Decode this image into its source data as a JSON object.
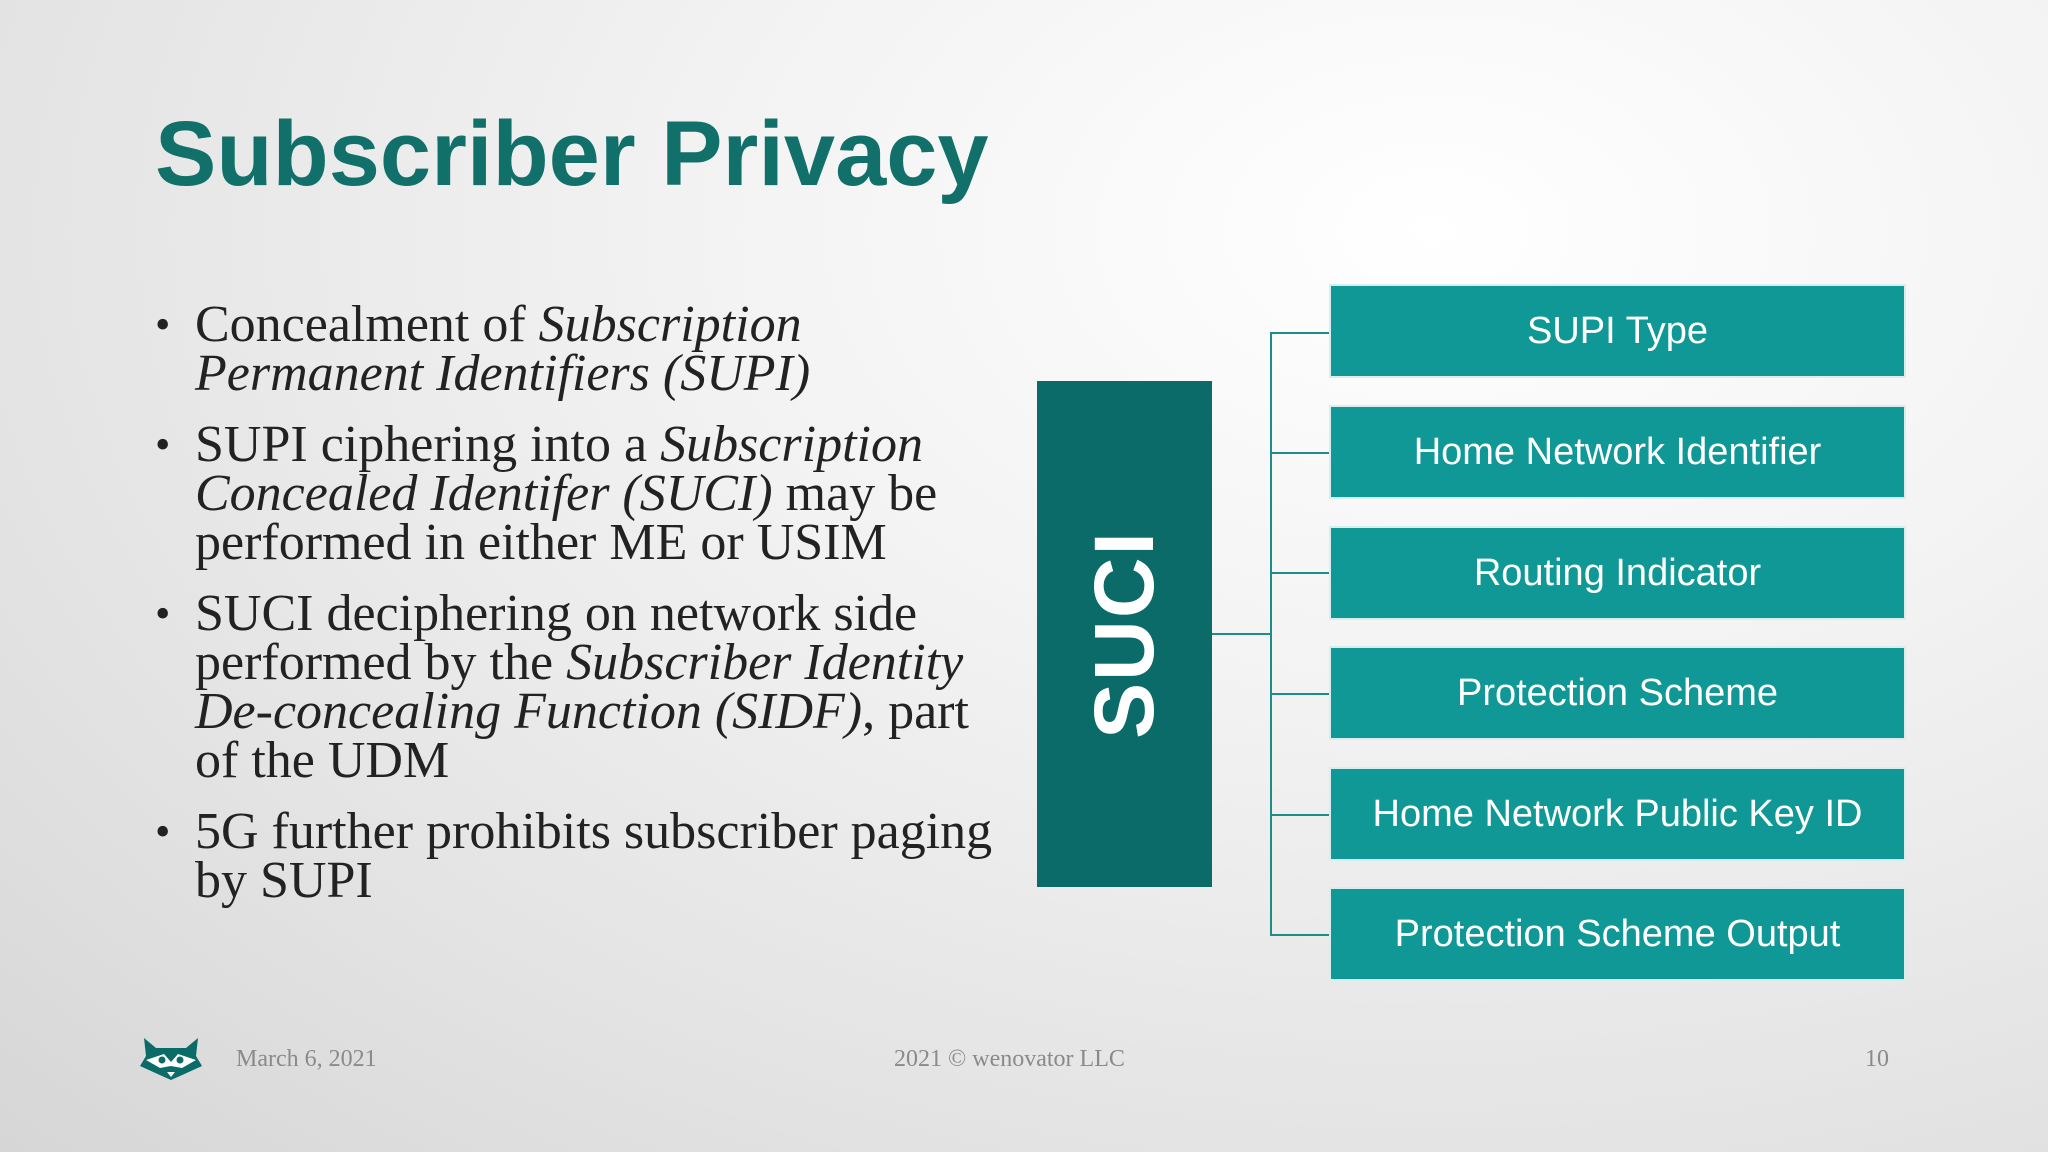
{
  "slide": {
    "title": "Subscriber Privacy",
    "bullets": [
      {
        "parts": [
          {
            "text": "Concealment of ",
            "italic": false
          },
          {
            "text": "Subscription Permanent Identifiers (SUPI)",
            "italic": true
          }
        ]
      },
      {
        "parts": [
          {
            "text": "SUPI ciphering into a ",
            "italic": false
          },
          {
            "text": "Subscription Concealed Identifer (SUCI)",
            "italic": true
          },
          {
            "text": " may be performed in either ME or USIM",
            "italic": false
          }
        ]
      },
      {
        "parts": [
          {
            "text": "SUCI deciphering on network side performed by the ",
            "italic": false
          },
          {
            "text": "Subscriber Identity De-concealing Function (SIDF)",
            "italic": true
          },
          {
            "text": ", part of the UDM",
            "italic": false
          }
        ]
      },
      {
        "parts": [
          {
            "text": "5G further prohibits subscriber paging by SUPI",
            "italic": false
          }
        ]
      }
    ]
  },
  "diagram": {
    "root_label": "SUCI",
    "fields": [
      "SUPI Type",
      "Home Network Identifier",
      "Routing Indicator",
      "Protection Scheme",
      "Home Network Public Key ID",
      "Protection Scheme Output"
    ]
  },
  "footer": {
    "date": "March 6, 2021",
    "copyright": "2021 © wenovator LLC",
    "page_number": "10",
    "logo_icon": "raccoon-logo-icon"
  },
  "colors": {
    "title": "#12706b",
    "suci_box": "#0b6b68",
    "field_box": "#109896",
    "connector": "#1e8d89",
    "body_text": "#222222",
    "footer_text": "#8a8a8a"
  }
}
